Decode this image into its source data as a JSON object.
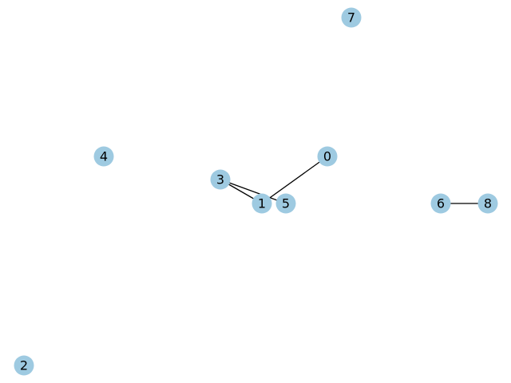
{
  "graph": {
    "node_color": "#9ecae1",
    "edge_color": "#000000",
    "nodes": [
      {
        "id": "0",
        "label": "0"
      },
      {
        "id": "1",
        "label": "1"
      },
      {
        "id": "2",
        "label": "2"
      },
      {
        "id": "3",
        "label": "3"
      },
      {
        "id": "4",
        "label": "4"
      },
      {
        "id": "5",
        "label": "5"
      },
      {
        "id": "6",
        "label": "6"
      },
      {
        "id": "7",
        "label": "7"
      },
      {
        "id": "8",
        "label": "8"
      }
    ],
    "edges": [
      {
        "source": "1",
        "target": "3"
      },
      {
        "source": "1",
        "target": "0"
      },
      {
        "source": "3",
        "target": "5"
      },
      {
        "source": "6",
        "target": "8"
      }
    ]
  }
}
